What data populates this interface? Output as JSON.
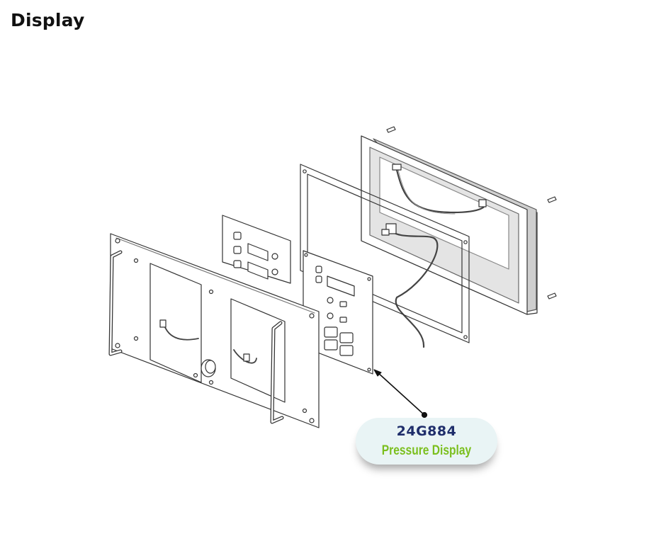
{
  "page": {
    "title": "Display"
  },
  "callout": {
    "part_number": "24G884",
    "description": "Pressure Display",
    "colors": {
      "part_number": "#1f2e6b",
      "description": "#7bbf1e",
      "background": "#e9f4f5"
    }
  },
  "icons": [
    "leader-arrow-icon",
    "screw-icon"
  ]
}
